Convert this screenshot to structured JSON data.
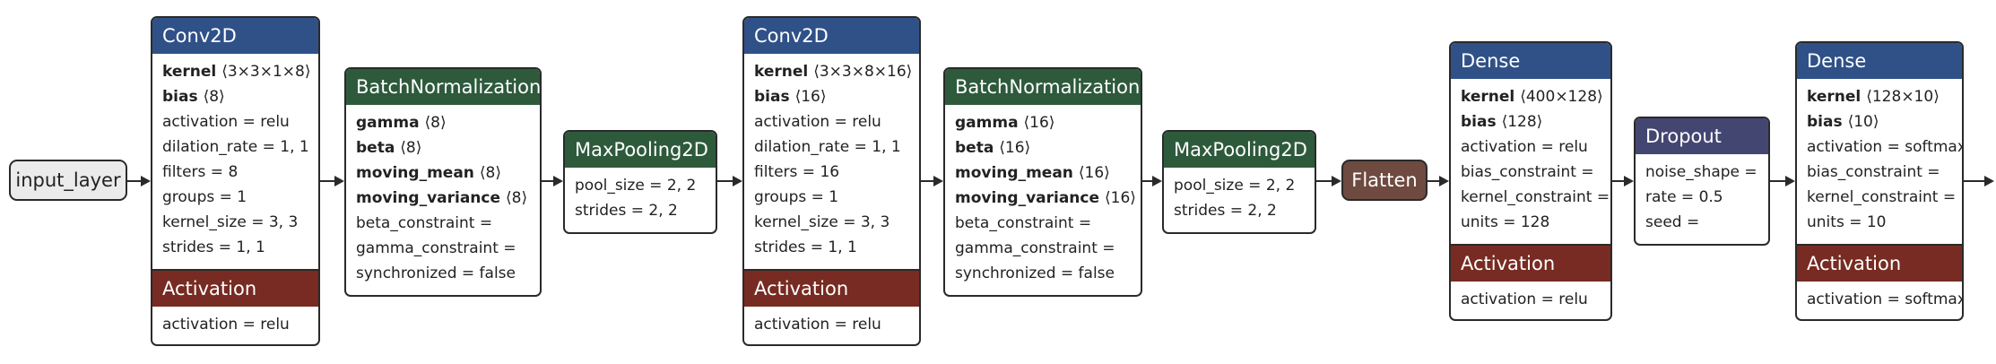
{
  "input": {
    "label": "input_layer"
  },
  "conv1": {
    "title": "Conv2D",
    "weights": [
      {
        "name": "kernel",
        "shape": "⟨3×3×1×8⟩"
      },
      {
        "name": "bias",
        "shape": "⟨8⟩"
      }
    ],
    "attrs": [
      "activation = relu",
      "dilation_rate = 1, 1",
      "filters = 8",
      "groups = 1",
      "kernel_size = 3, 3",
      "strides = 1, 1"
    ],
    "act_title": "Activation",
    "act_attrs": [
      "activation = relu"
    ]
  },
  "bn1": {
    "title": "BatchNormalization",
    "weights": [
      {
        "name": "gamma",
        "shape": "⟨8⟩"
      },
      {
        "name": "beta",
        "shape": "⟨8⟩"
      },
      {
        "name": "moving_mean",
        "shape": "⟨8⟩"
      },
      {
        "name": "moving_variance",
        "shape": "⟨8⟩"
      }
    ],
    "attrs": [
      "beta_constraint =",
      "gamma_constraint =",
      "synchronized = false"
    ]
  },
  "pool1": {
    "title": "MaxPooling2D",
    "attrs": [
      "pool_size = 2, 2",
      "strides = 2, 2"
    ]
  },
  "conv2": {
    "title": "Conv2D",
    "weights": [
      {
        "name": "kernel",
        "shape": "⟨3×3×8×16⟩"
      },
      {
        "name": "bias",
        "shape": "⟨16⟩"
      }
    ],
    "attrs": [
      "activation = relu",
      "dilation_rate = 1, 1",
      "filters = 16",
      "groups = 1",
      "kernel_size = 3, 3",
      "strides = 1, 1"
    ],
    "act_title": "Activation",
    "act_attrs": [
      "activation = relu"
    ]
  },
  "bn2": {
    "title": "BatchNormalization",
    "weights": [
      {
        "name": "gamma",
        "shape": "⟨16⟩"
      },
      {
        "name": "beta",
        "shape": "⟨16⟩"
      },
      {
        "name": "moving_mean",
        "shape": "⟨16⟩"
      },
      {
        "name": "moving_variance",
        "shape": "⟨16⟩"
      }
    ],
    "attrs": [
      "beta_constraint =",
      "gamma_constraint =",
      "synchronized = false"
    ]
  },
  "pool2": {
    "title": "MaxPooling2D",
    "attrs": [
      "pool_size = 2, 2",
      "strides = 2, 2"
    ]
  },
  "flatten": {
    "label": "Flatten"
  },
  "dense1": {
    "title": "Dense",
    "weights": [
      {
        "name": "kernel",
        "shape": "⟨400×128⟩"
      },
      {
        "name": "bias",
        "shape": "⟨128⟩"
      }
    ],
    "attrs": [
      "activation = relu",
      "bias_constraint =",
      "kernel_constraint =",
      "units = 128"
    ],
    "act_title": "Activation",
    "act_attrs": [
      "activation = relu"
    ]
  },
  "dropout": {
    "title": "Dropout",
    "attrs": [
      "noise_shape =",
      "rate = 0.5",
      "seed ="
    ]
  },
  "dense2": {
    "title": "Dense",
    "weights": [
      {
        "name": "kernel",
        "shape": "⟨128×10⟩"
      },
      {
        "name": "bias",
        "shape": "⟨10⟩"
      }
    ],
    "attrs": [
      "activation = softmax",
      "bias_constraint =",
      "kernel_constraint =",
      "units = 10"
    ],
    "act_title": "Activation",
    "act_attrs": [
      "activation = softmax"
    ]
  },
  "colors": {
    "conv_dense_header": "#2f5188",
    "batchnorm_pool_header": "#2e5a3c",
    "activation_header": "#772b22",
    "dropout_header": "#444672",
    "flatten_fill": "#6e4a40",
    "input_fill": "#ebebeb",
    "edge": "#2a2a2a"
  }
}
